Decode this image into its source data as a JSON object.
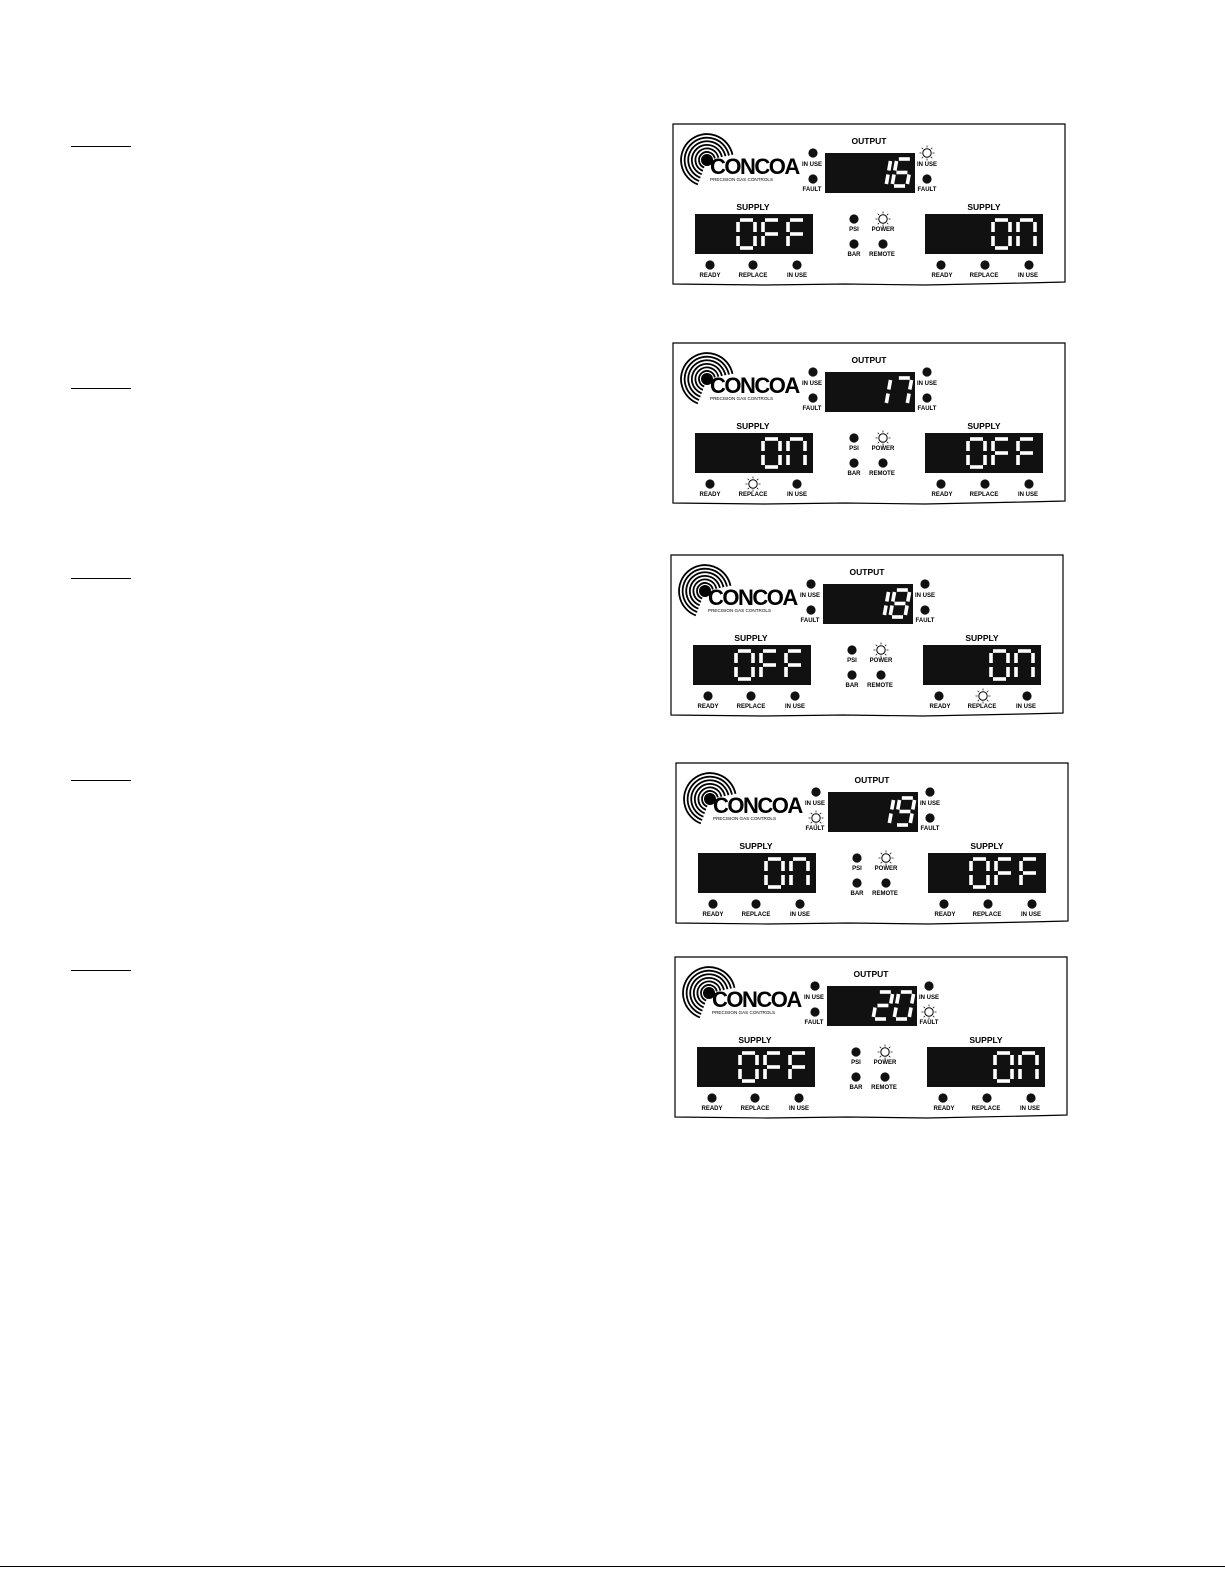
{
  "brand": {
    "name": "CONCOA",
    "tagline": "PRECISION GAS CONTROLS"
  },
  "labels": {
    "output": "OUTPUT",
    "supply": "SUPPLY",
    "in_use": "IN USE",
    "fault": "FAULT",
    "psi": "PSI",
    "power": "POWER",
    "bar": "BAR",
    "remote": "REMOTE",
    "ready": "READY",
    "replace": "REPLACE"
  },
  "colors": {
    "led_on": "#ffffff",
    "led_off": "#111111",
    "display_bg": "#111111",
    "display_text": "#ffffff"
  },
  "panels": [
    {
      "output_value": "16",
      "left_supply": "OFF",
      "right_supply": "ON",
      "leds_on": [
        "output-right-inuse",
        "power"
      ]
    },
    {
      "output_value": "17",
      "left_supply": "ON",
      "right_supply": "OFF",
      "leds_on": [
        "power",
        "left-replace"
      ]
    },
    {
      "output_value": "18",
      "left_supply": "OFF",
      "right_supply": "ON",
      "leds_on": [
        "power",
        "right-replace"
      ]
    },
    {
      "output_value": "19",
      "left_supply": "ON",
      "right_supply": "OFF",
      "leds_on": [
        "output-left-fault",
        "power"
      ]
    },
    {
      "output_value": "20",
      "left_supply": "OFF",
      "right_supply": "ON",
      "leds_on": [
        "output-right-fault",
        "power"
      ]
    }
  ]
}
